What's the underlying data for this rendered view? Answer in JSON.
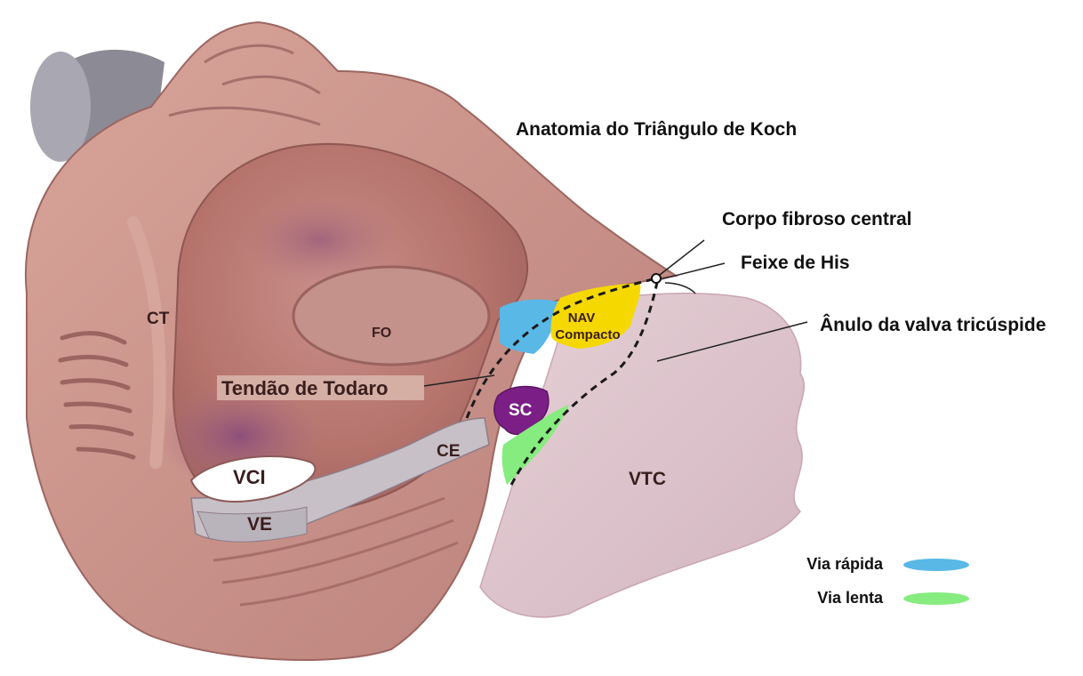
{
  "title": "Anatomia do Triângulo de Koch",
  "callouts": {
    "central_fibrous_body": "Corpo fibroso central",
    "his_bundle": "Feixe de His",
    "tricuspid_annulus": "Ânulo da valva tricúspide",
    "todaro_tendon": "Tendão de Todaro"
  },
  "structures": {
    "ct": "CT",
    "fo": "FO",
    "ce": "CE",
    "vci": "VCI",
    "ve": "VE",
    "vtc": "VTC",
    "sc": "SC",
    "nav_line1": "NAV",
    "nav_line2": "Compacto"
  },
  "legend": [
    {
      "label": "Via rápida",
      "color": "#59b8e6"
    },
    {
      "label": "Via lenta",
      "color": "#86ec7f"
    }
  ],
  "colors": {
    "fast_pathway": "#59b8e6",
    "slow_pathway": "#86ec7f",
    "compact_av_node": "#f5d800",
    "coronary_sinus": "#7b1f86",
    "tissue": "#c98c83",
    "valve": "#dcc3cc"
  }
}
